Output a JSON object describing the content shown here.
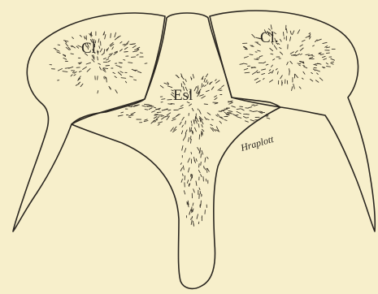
{
  "figure": {
    "labels": {
      "clavicle_left": "Cl.",
      "clavicle_right": "Cl.",
      "episternum": "Esl"
    },
    "signature": "Hraplott",
    "colors": {
      "paper": "#f7efcb",
      "ink": "#2a2620"
    }
  }
}
